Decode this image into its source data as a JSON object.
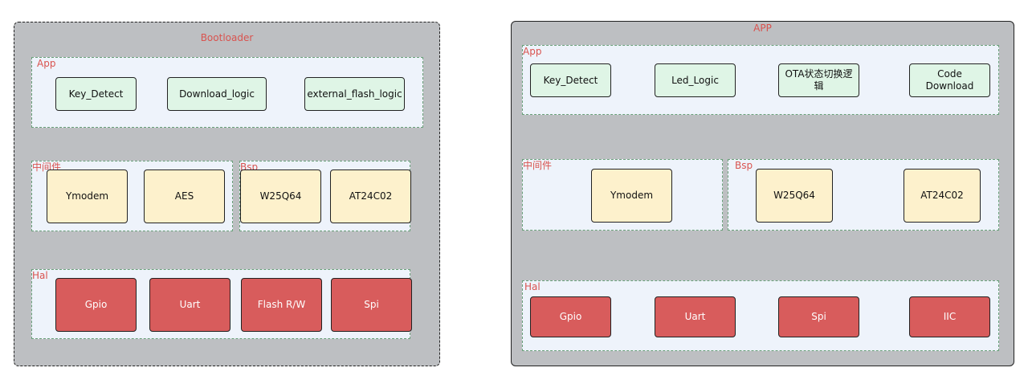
{
  "bootloader": {
    "title": "Bootloader",
    "app": {
      "label": "App",
      "items": [
        "Key_Detect",
        "Download_logic",
        "external_flash_logic"
      ]
    },
    "middleware": {
      "label": "中间件",
      "items": [
        "Ymodem",
        "AES"
      ]
    },
    "bsp": {
      "label": "Bsp",
      "items": [
        "W25Q64",
        "AT24C02"
      ]
    },
    "hal": {
      "label": "Hal",
      "items": [
        "Gpio",
        "Uart",
        "Flash R/W",
        "Spi"
      ]
    }
  },
  "app_panel": {
    "title": "APP",
    "app": {
      "label": "App",
      "items": [
        "Key_Detect",
        "Led_Logic",
        "OTA状态切换逻辑",
        "Code Download"
      ]
    },
    "middleware": {
      "label": "中间件",
      "items": [
        "Ymodem"
      ]
    },
    "bsp": {
      "label": "Bsp",
      "items": [
        "W25Q64",
        "AT24C02"
      ]
    },
    "hal": {
      "label": "Hal",
      "items": [
        "Gpio",
        "Uart",
        "Spi",
        "IIC"
      ]
    }
  },
  "colors": {
    "panel": "#bdbfc2",
    "layer": "#eef3fb",
    "label": "#d9534f",
    "green": "#dff5e6",
    "yellow": "#fdf1cc",
    "red": "#d85c5c"
  }
}
